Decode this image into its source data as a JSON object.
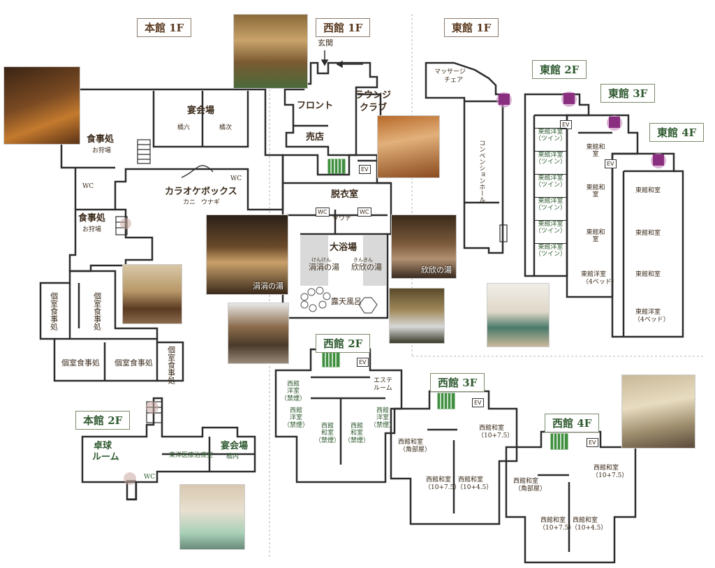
{
  "buildings": {
    "honkan_1f": "本館 1F",
    "seikan_1f": "西館 1F",
    "toukan_1f": "東館 1F",
    "toukan_2f": "東館 2F",
    "toukan_3f": "東館 3F",
    "toukan_4f": "東館 4F",
    "seikan_2f": "西館 2F",
    "seikan_3f": "西館 3F",
    "seikan_4f": "西館 4F",
    "honkan_2f": "本館 2F"
  },
  "honkan_1f": {
    "banquet": "宴会場",
    "banquet_a": "橘六",
    "banquet_b": "橘次",
    "dining1": "食事処",
    "dining1_sub": "お狩場",
    "dining2": "食事処",
    "dining2_sub": "お狩場",
    "wc": "WC",
    "wc2": "WC",
    "karaoke": "カラオケボックス",
    "karaoke_a": "カニ",
    "karaoke_b": "ウナギ",
    "private1": "個室食事処",
    "private2": "個室食事処",
    "private3": "個室食事処",
    "private4": "個室食事処",
    "private5": "個室食事処"
  },
  "seikan_1f": {
    "entrance": "玄関",
    "front": "フロント",
    "shop": "売店",
    "lounge": "ラウンジ",
    "lounge2": "クラブ",
    "ev": "EV",
    "dressing": "脱衣室",
    "wc_a": "WC",
    "wc_b": "WC",
    "sauna": "サウナ",
    "bath": "大浴場",
    "bath_left_ruby": "けんけん",
    "bath_left": "涓涓の湯",
    "bath_right_ruby": "きんきん",
    "bath_right": "欣欣の湯",
    "rotenburo": "露天風呂"
  },
  "toukan_1f": {
    "massage": "マッサージ",
    "massage2": "チェア",
    "convention": "コンベンションホール"
  },
  "toukan_2f": {
    "ev": "EV",
    "room": "東館洋室",
    "room_sub": "（ツイン）"
  },
  "toukan_3f": {
    "ev": "EV",
    "room_wa": "東館和室",
    "room_yo": "東館洋室",
    "room_yo_sub": "（4ベッド）"
  },
  "toukan_4f": {
    "room_wa": "東館和室",
    "room_yo": "東館洋室",
    "room_yo_sub": "（4ベッド）"
  },
  "seikan_2f": {
    "ev": "EV",
    "esthe": "エステ",
    "esthe2": "ルーム",
    "yo_a": "西館",
    "yo_b": "洋室",
    "nosmoke": "（禁煙）",
    "wa_a": "西館",
    "wa_b": "和室"
  },
  "seikan_3f": {
    "ev": "EV",
    "wa": "西館和室",
    "kado": "（角部屋）",
    "s1": "（10+7.5）",
    "s2": "（10+4.5）"
  },
  "seikan_4f": {
    "ev": "EV",
    "wa": "西館和室",
    "kado": "（角部屋）",
    "s1": "（10+7.5）",
    "s2": "（10+4.5）"
  },
  "honkan_2f": {
    "table_tennis": "卓球",
    "table_tennis2": "ルーム",
    "oriental": "東洋医療治療室",
    "banquet": "宴会場",
    "banquet_sub": "橘内",
    "wc": "WC"
  },
  "photos": {
    "bath_left_caption": "涓涓の湯",
    "bath_right_caption": "欣欣の湯"
  },
  "colors": {
    "wall": "#2b2b2b",
    "stair_green": "#3f8f3f",
    "stair_purple": "#b04ca0",
    "bath_grey": "#d9d9d9",
    "label_green": "#2f5a30",
    "label_brown": "#5a3a20"
  }
}
